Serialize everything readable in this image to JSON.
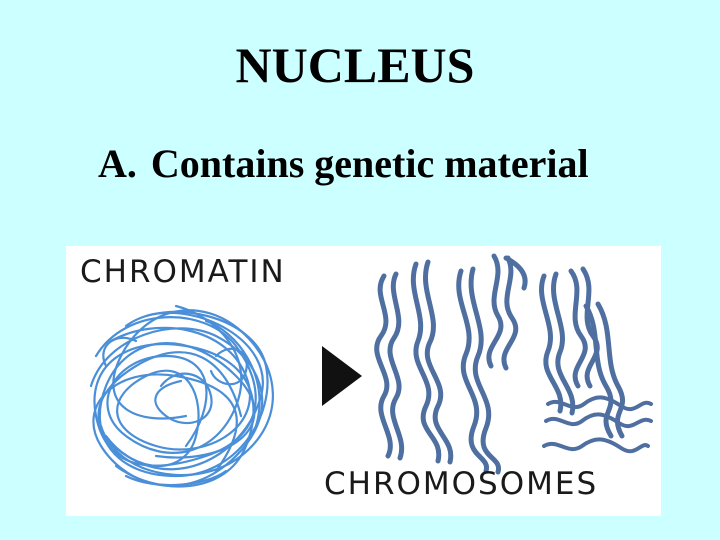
{
  "slide": {
    "title": "NUCLEUS",
    "bullet_letter": "A.",
    "bullet_text": "Contains genetic material"
  },
  "figure": {
    "chromatin_label": "CHROMATIN",
    "chromosomes_label": "CHROMOSOMES",
    "arrow_icon": "right-arrow-icon",
    "strand_color": "#4a8fd8",
    "chromosome_color": "#4f6fa0"
  },
  "colors": {
    "background": "#ccffff",
    "figure_background": "#ffffff",
    "text": "#000000"
  }
}
